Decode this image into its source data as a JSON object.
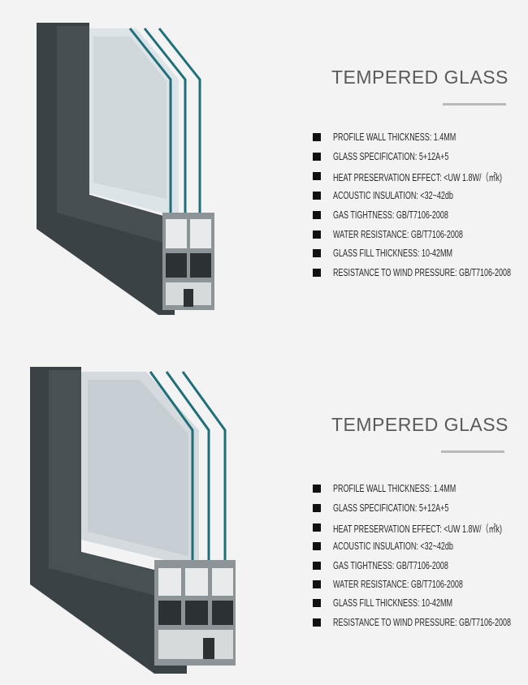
{
  "sections": [
    {
      "title": "TEMPERED GLASS",
      "specs": [
        "PROFILE WALL THICKNESS: 1.4MM",
        "GLASS SPECIFICATION: 5+12A+5",
        "HEAT PRESERVATION EFFECT: <UW 1.8W/（㎡k)",
        "ACOUSTIC INSULATION: <32~42db",
        "GAS TIGHTNESS: GB/T7106-2008",
        "WATER RESISTANCE: GB/T7106-2008",
        "GLASS FILL THICKNESS: 10-42MM",
        "RESISTANCE TO WIND PRESSURE: GB/T7106-2008"
      ]
    },
    {
      "title": "TEMPERED GLASS",
      "specs": [
        "PROFILE WALL THICKNESS: 1.4MM",
        "GLASS SPECIFICATION: 5+12A+5",
        "HEAT PRESERVATION EFFECT: <UW 1.8W/（㎡k)",
        "ACOUSTIC INSULATION: <32~42db",
        "GAS TIGHTNESS: GB/T7106-2008",
        "WATER RESISTANCE: GB/T7106-2008",
        "GLASS FILL THICKNESS: 10-42MM",
        "RESISTANCE TO WIND PRESSURE: GB/T7106-2008"
      ]
    }
  ],
  "colors": {
    "frame": "#3b4245",
    "glass_edge": "#1f6f7a",
    "bullet": "#111111",
    "title": "#5a5a5a"
  }
}
